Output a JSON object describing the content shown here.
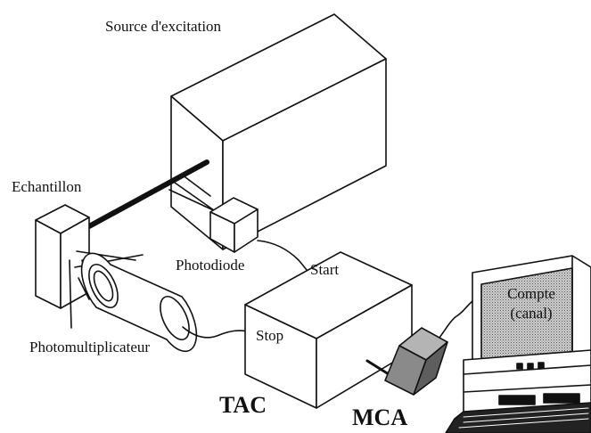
{
  "labels": {
    "source": "Source d'excitation",
    "sample": "Echantillon",
    "photodiode": "Photodiode",
    "start": "Start",
    "stop": "Stop",
    "photomultiplier": "Photomultiplicateur",
    "tac": "TAC",
    "mca": "MCA",
    "screen_line1": "Compte",
    "screen_line2": "(canal)"
  },
  "colors": {
    "ink": "#111111",
    "mca_front": "#8a8a8a",
    "mca_top": "#b4b4b4",
    "mca_side": "#5e5e5e",
    "screen_fill": "#b9b9b9"
  }
}
